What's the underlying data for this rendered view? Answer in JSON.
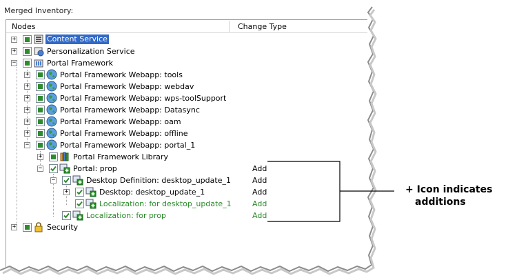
{
  "panel": {
    "title": "Merged Inventory:"
  },
  "columns": {
    "nodes": "Nodes",
    "change_type": "Change Type"
  },
  "rows": [
    {
      "label": "Content Service",
      "icon": "service-icon"
    },
    {
      "label": "Personalization Service",
      "icon": "service-icon"
    },
    {
      "label": "Portal Framework",
      "icon": "framework-icon"
    },
    {
      "label": "Portal Framework Webapp: tools",
      "icon": "globe-icon"
    },
    {
      "label": "Portal Framework Webapp: webdav",
      "icon": "globe-icon"
    },
    {
      "label": "Portal Framework Webapp: wps-toolSupport",
      "icon": "globe-icon"
    },
    {
      "label": "Portal Framework Webapp: Datasync",
      "icon": "globe-icon"
    },
    {
      "label": "Portal Framework Webapp: oam",
      "icon": "globe-icon"
    },
    {
      "label": "Portal Framework Webapp: offline",
      "icon": "globe-icon"
    },
    {
      "label": "Portal Framework Webapp: portal_1",
      "icon": "globe-icon"
    },
    {
      "label": "Portal Framework Library",
      "icon": "library-icon"
    },
    {
      "label": "Portal: prop",
      "icon": "add-node-icon",
      "change": "Add"
    },
    {
      "label": "Desktop Definition: desktop_update_1",
      "icon": "add-node-icon",
      "change": "Add"
    },
    {
      "label": "Desktop: desktop_update_1",
      "icon": "add-node-icon",
      "change": "Add"
    },
    {
      "label": "Localization: for desktop_update_1",
      "icon": "add-node-icon",
      "change": "Add"
    },
    {
      "label": "Localization: for prop",
      "icon": "add-node-icon",
      "change": "Add"
    },
    {
      "label": "Security",
      "icon": "lock-icon"
    }
  ],
  "callout": {
    "line1": "+ Icon indicates",
    "line2": "additions"
  },
  "colors": {
    "selection": "#3169c6",
    "added_text": "#2a8a2a",
    "check": "#2e8b2e"
  }
}
